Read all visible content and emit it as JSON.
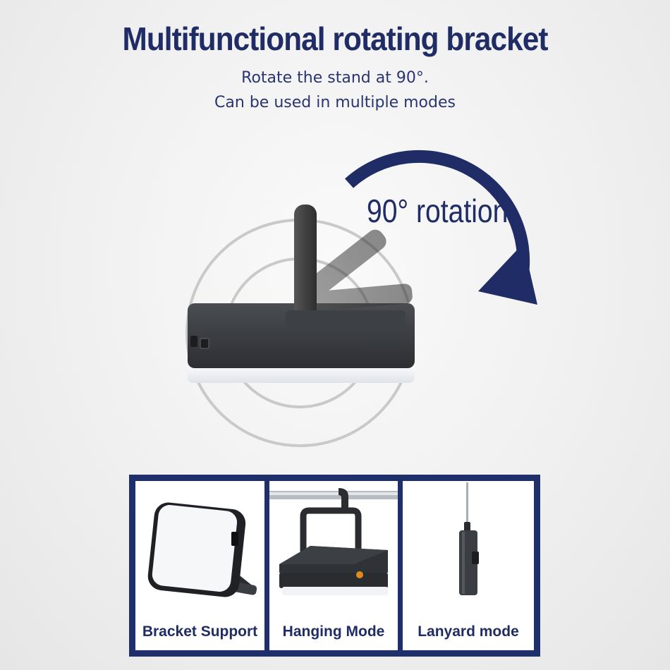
{
  "header": {
    "title": "Multifunctional rotating bracket",
    "subtitle_line1": "Rotate the stand at 90°.",
    "subtitle_line2": "Can be used in multiple modes"
  },
  "hero": {
    "rotation_label": "90° rotation"
  },
  "modes": [
    {
      "label": "Bracket Support"
    },
    {
      "label": "Hanging Mode"
    },
    {
      "label": "Lanyard mode"
    }
  ],
  "colors": {
    "brand_navy": "#1f2c66",
    "panel_border": "#1f2f6b",
    "device_dark": "#3a3d42",
    "light_glow": "#f4f6fa",
    "accent_orange": "#e08a1e"
  }
}
